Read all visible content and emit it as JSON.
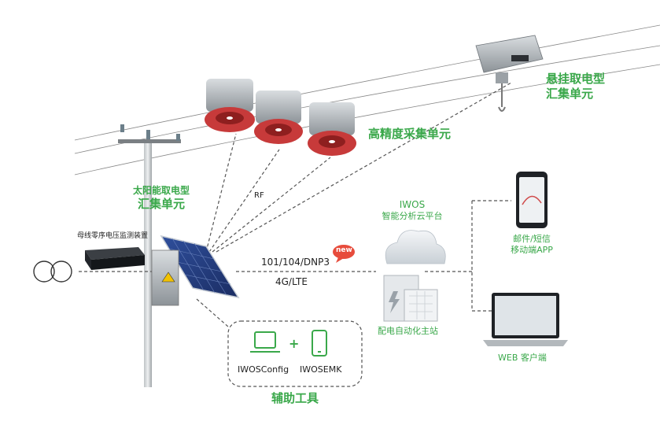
{
  "colors": {
    "accent": "#3aa84a",
    "badge": "#e74c3c",
    "line": "#555555",
    "text": "#222222"
  },
  "labels": {
    "suspended_unit": [
      "悬挂取电型",
      "汇集单元"
    ],
    "hp_unit": "高精度采集单元",
    "solar_unit": [
      "太阳能取电型",
      "汇集单元"
    ],
    "monitor_device": "母线零序电压监测装置",
    "rf": "RF",
    "protocol": "101/104/DNP3",
    "network": "4G/LTE",
    "new_badge": "new",
    "cloud": [
      "IWOS",
      "智能分析云平台"
    ],
    "master_station": "配电自动化主站",
    "mobile_app": [
      "邮件/短信",
      "移动端APP"
    ],
    "web_client": "WEB 客户端",
    "tools_title": "辅助工具",
    "tool_config": "IWOSConfig",
    "tool_emk": "IWOSEMK",
    "plus": "+"
  },
  "icons": [
    "transformer-icon",
    "laptop-icon",
    "smartphone-icon",
    "cloud-icon",
    "server-icon",
    "solar-panel-icon",
    "sensor-icon"
  ]
}
